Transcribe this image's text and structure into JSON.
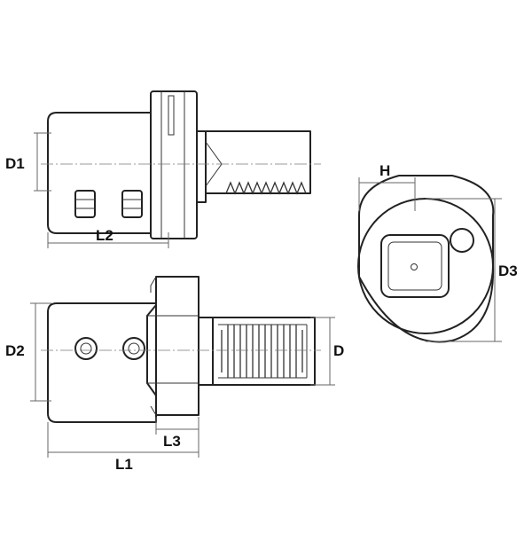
{
  "labels": {
    "d1": "D1",
    "l2": "L2",
    "h": "H",
    "d3": "D3",
    "d2": "D2",
    "d": "D",
    "l3": "L3",
    "l1": "L1"
  }
}
